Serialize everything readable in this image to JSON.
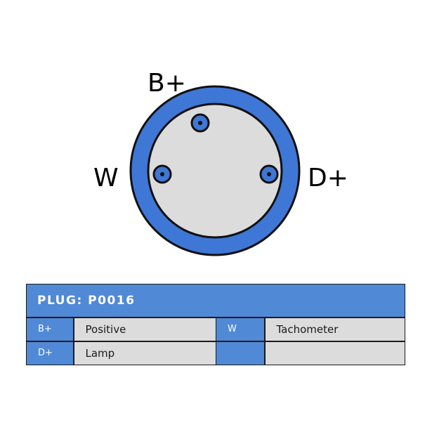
{
  "plug": {
    "title_prefix": "PLUG:",
    "code": "P0016"
  },
  "pins": [
    {
      "id": "B+"
    },
    {
      "id": "W"
    },
    {
      "id": "D+"
    }
  ],
  "table": {
    "rows": [
      [
        {
          "code": "B+",
          "description": "Positive"
        },
        {
          "code": "W",
          "description": "Tachometer"
        }
      ],
      [
        {
          "code": "D+",
          "description": "Lamp"
        },
        {
          "code": "",
          "description": ""
        }
      ]
    ]
  },
  "colors": {
    "ring": "#3e77d6",
    "face": "#dcdcdc",
    "outline": "#111111",
    "header": "#5089d6"
  }
}
